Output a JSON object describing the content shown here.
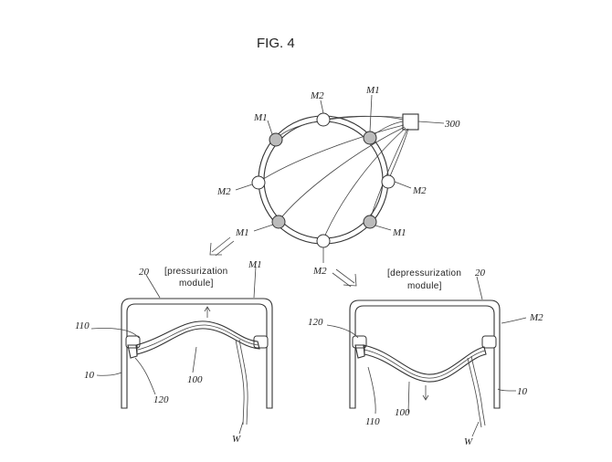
{
  "figure": {
    "title": "FIG. 4",
    "ring": {
      "labels": {
        "m2_top": "M2",
        "m1_top": "M1",
        "m1_left": "M1",
        "controller": "300",
        "m2_left": "M2",
        "m2_right": "M2",
        "m1_bottom_left": "M1",
        "m1_bottom_right": "M1",
        "m2_bottom": "M2"
      }
    },
    "left_module": {
      "caption_line1": "[pressurization",
      "caption_line2": "module]",
      "labels": {
        "frame": "20",
        "module": "M1",
        "membrane_edge": "110",
        "base": "10",
        "membrane": "100",
        "support": "120",
        "wire": "W"
      }
    },
    "right_module": {
      "caption_line1": "[depressurization",
      "caption_line2": "module]",
      "labels": {
        "frame": "20",
        "module": "M2",
        "support": "120",
        "base": "10",
        "membrane": "100",
        "membrane_edge": "110",
        "wire": "W"
      }
    }
  }
}
